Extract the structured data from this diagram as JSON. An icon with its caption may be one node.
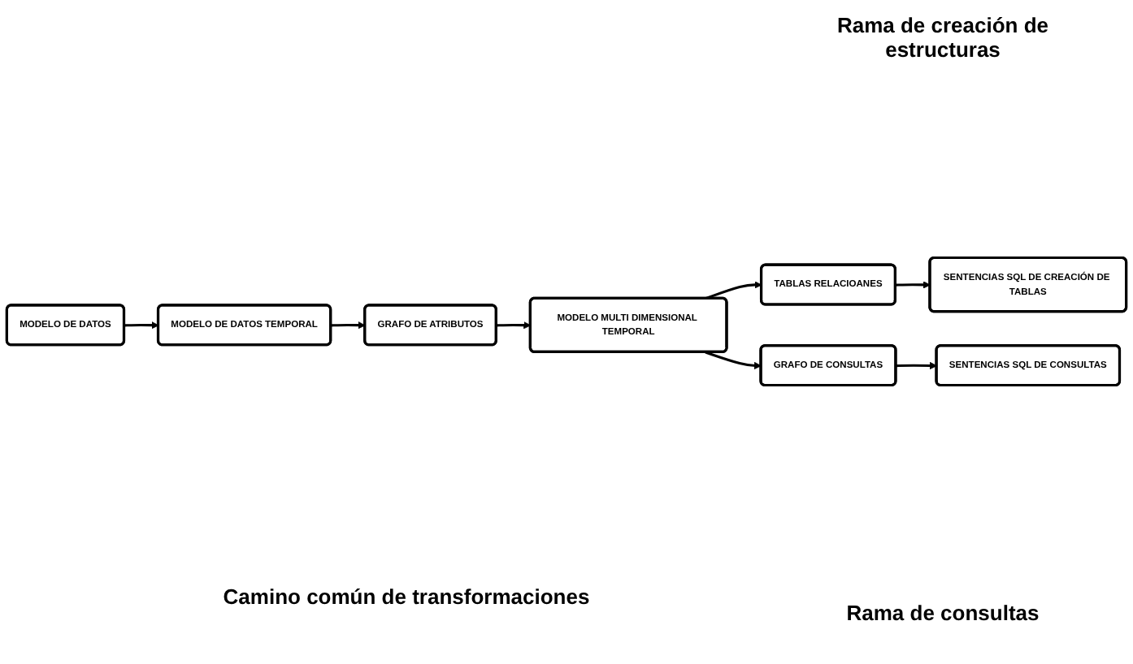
{
  "diagram": {
    "nodes": [
      {
        "text": [
          "MODELO DE DATOS"
        ]
      },
      {
        "text": [
          "MODELO DE DATOS TEMPORAL"
        ]
      },
      {
        "text": [
          "GRAFO DE ATRIBUTOS"
        ]
      },
      {
        "text": [
          "MODELO MULTI DIMENSIONAL TEMPORAL"
        ]
      },
      {
        "text": [
          "TABLAS RELACIOANES"
        ]
      },
      {
        "text": [
          "SENTENCIAS SQL DE CREACIÓN DE TABLAS"
        ]
      },
      {
        "text": [
          "GRAFO DE CONSULTAS"
        ]
      },
      {
        "text": [
          "SENTENCIAS SQL DE CONSULTAS"
        ]
      }
    ],
    "edges": [
      {
        "from": 0,
        "to": 1,
        "arrow": "to"
      },
      {
        "from": 1,
        "to": 2,
        "arrow": "to"
      },
      {
        "from": 2,
        "to": 3,
        "arrow": "to"
      },
      {
        "from": 3,
        "to": 4,
        "arrow": "to"
      },
      {
        "from": 4,
        "to": 5,
        "arrow": "to"
      },
      {
        "from": 3,
        "to": 6,
        "arrow": "to"
      },
      {
        "from": 6,
        "to": 7,
        "arrow": "to"
      }
    ],
    "labels": [
      "Rama de creación de estructuras",
      "Camino común de transformaciones",
      "Rama de consultas"
    ]
  }
}
